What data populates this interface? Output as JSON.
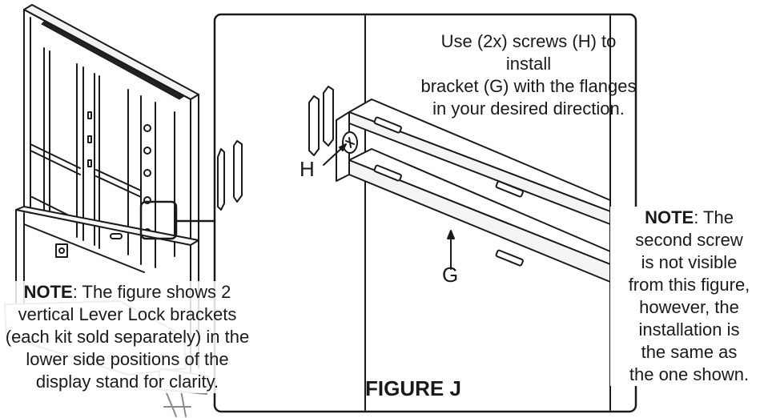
{
  "instruction": {
    "line1": "Use (2x) screws (H) to install",
    "line2": "bracket (G) with the flanges",
    "line3": "in your desired direction."
  },
  "callouts": {
    "screw": "H",
    "bracket": "G"
  },
  "figure_label": "FIGURE J",
  "note_left": {
    "label": "NOTE",
    "line1_rest": ": The figure shows 2",
    "line2": "vertical Lever Lock brackets",
    "line3": "(each kit sold separately) in the",
    "line4": "lower side positions of the",
    "line5": "display stand for clarity."
  },
  "note_right": {
    "label": "NOTE",
    "line1_rest": ": The",
    "line2": "second screw",
    "line3": "is not visible",
    "line4": "from this figure,",
    "line5": "however, the",
    "line6": "installation is",
    "line7": "the same as",
    "line8": "the one shown."
  }
}
